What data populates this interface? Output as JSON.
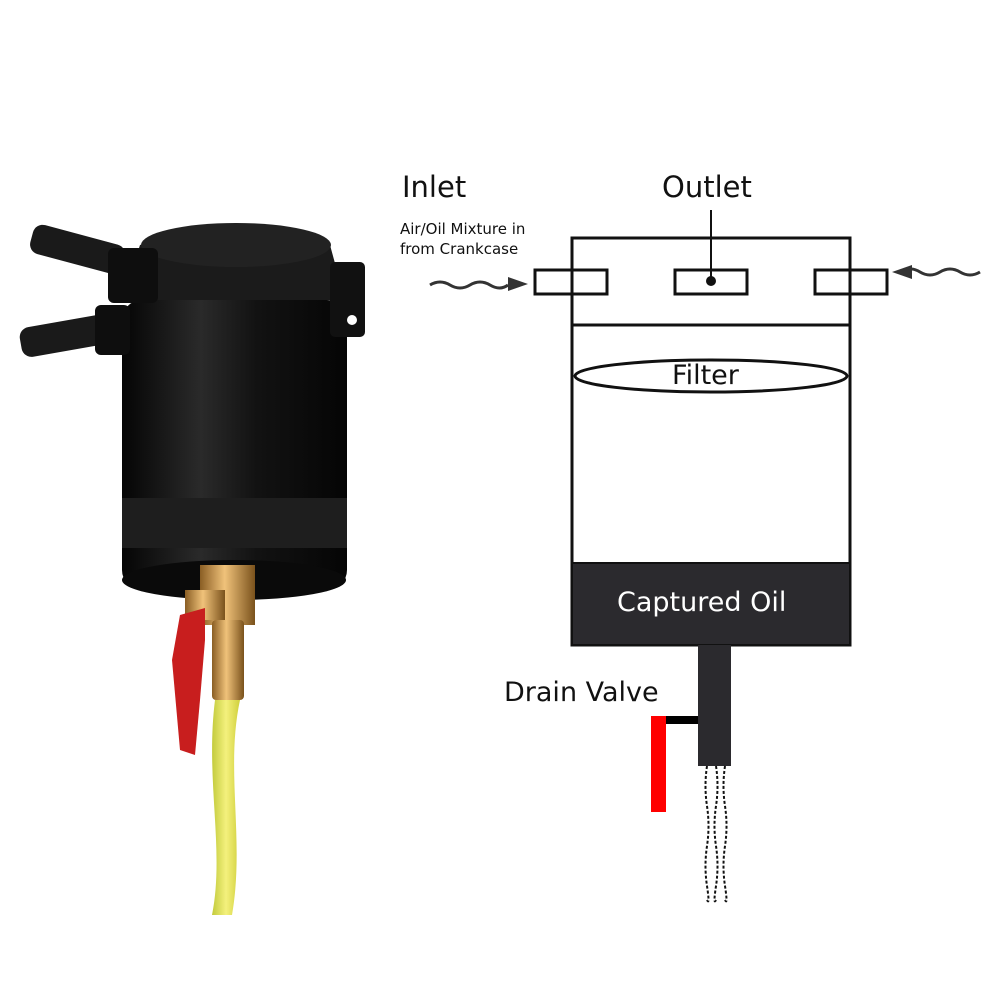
{
  "diagram": {
    "inlet_label": "Inlet",
    "inlet_desc_line1": "Air/Oil Mixture in",
    "inlet_desc_line2": "from Crankcase",
    "outlet_label": "Outlet",
    "filter_label": "Filter",
    "captured_oil_label": "Captured Oil",
    "drain_valve_label": "Drain Valve"
  },
  "colors": {
    "oil_fill": "#2b2a2e",
    "valve_handle": "#ff0000",
    "canister": "#151515",
    "brass": "#c8964a",
    "oil_stream": "#d8e02a"
  }
}
